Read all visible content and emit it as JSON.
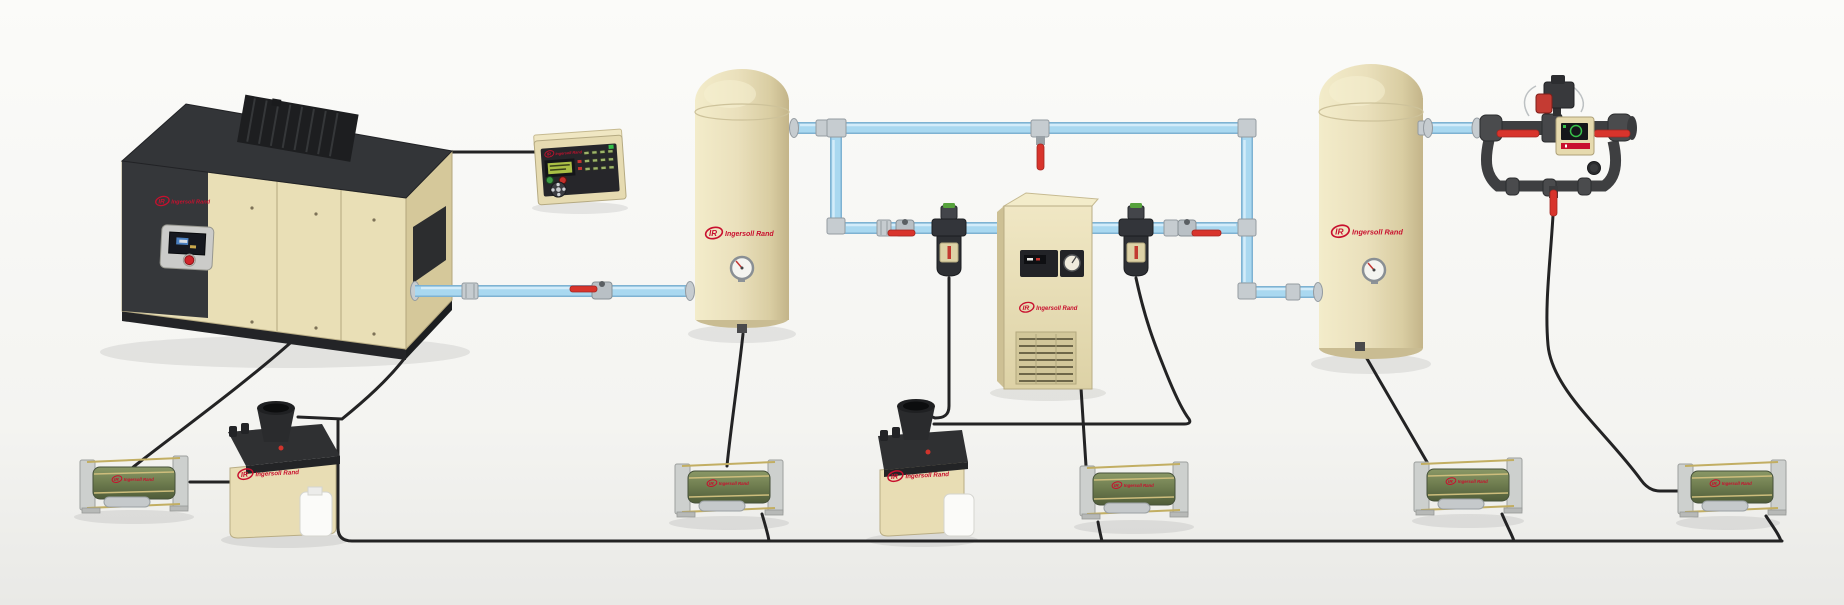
{
  "brand": {
    "mark": "IR",
    "name": "Ingersoll Rand",
    "color": "#c8102e"
  },
  "system": {
    "name": "compressed air system diagram",
    "components": [
      {
        "id": "air-compressor",
        "type": "rotary screw air compressor",
        "brand_label": "Ingersoll Rand"
      },
      {
        "id": "remote-controller",
        "type": "compressor controller panel"
      },
      {
        "id": "air-receiver-tank-1",
        "type": "vertical air receiver tank",
        "brand_label": "Ingersoll Rand"
      },
      {
        "id": "air-filter-1",
        "type": "inline coalescing filter"
      },
      {
        "id": "refrigerated-air-dryer",
        "type": "refrigerated air dryer",
        "brand_label": "Ingersoll Rand"
      },
      {
        "id": "air-filter-2",
        "type": "inline coalescing filter"
      },
      {
        "id": "air-receiver-tank-2",
        "type": "vertical air receiver tank",
        "brand_label": "Ingersoll Rand"
      },
      {
        "id": "flow-controller",
        "type": "flow controller manifold with bypass valves"
      },
      {
        "id": "oil-water-separator-1",
        "type": "oil water separator",
        "brand_label": "Ingersoll Rand"
      },
      {
        "id": "oil-water-separator-2",
        "type": "oil water separator",
        "brand_label": "Ingersoll Rand"
      },
      {
        "id": "condensate-drain-1",
        "type": "condensate drain",
        "brand_label": "Ingersoll Rand"
      },
      {
        "id": "condensate-drain-2",
        "type": "condensate drain",
        "brand_label": "Ingersoll Rand"
      },
      {
        "id": "condensate-drain-3",
        "type": "condensate drain",
        "brand_label": "Ingersoll Rand"
      },
      {
        "id": "condensate-drain-4",
        "type": "condensate drain",
        "brand_label": "Ingersoll Rand"
      },
      {
        "id": "condensate-drain-5",
        "type": "condensate drain",
        "brand_label": "Ingersoll Rand"
      },
      {
        "id": "air-piping",
        "type": "compressed air piping with ball valves"
      },
      {
        "id": "condensate-lines",
        "type": "condensate drain tubing"
      }
    ]
  },
  "colors": {
    "air_pipe": "#a9d8f0",
    "condensate_line": "#232324",
    "valve_handle": "#d8342c",
    "equipment_panel": "#e8deb6",
    "equipment_dark": "#2f3032",
    "drain_body": "#6d7b4e"
  }
}
